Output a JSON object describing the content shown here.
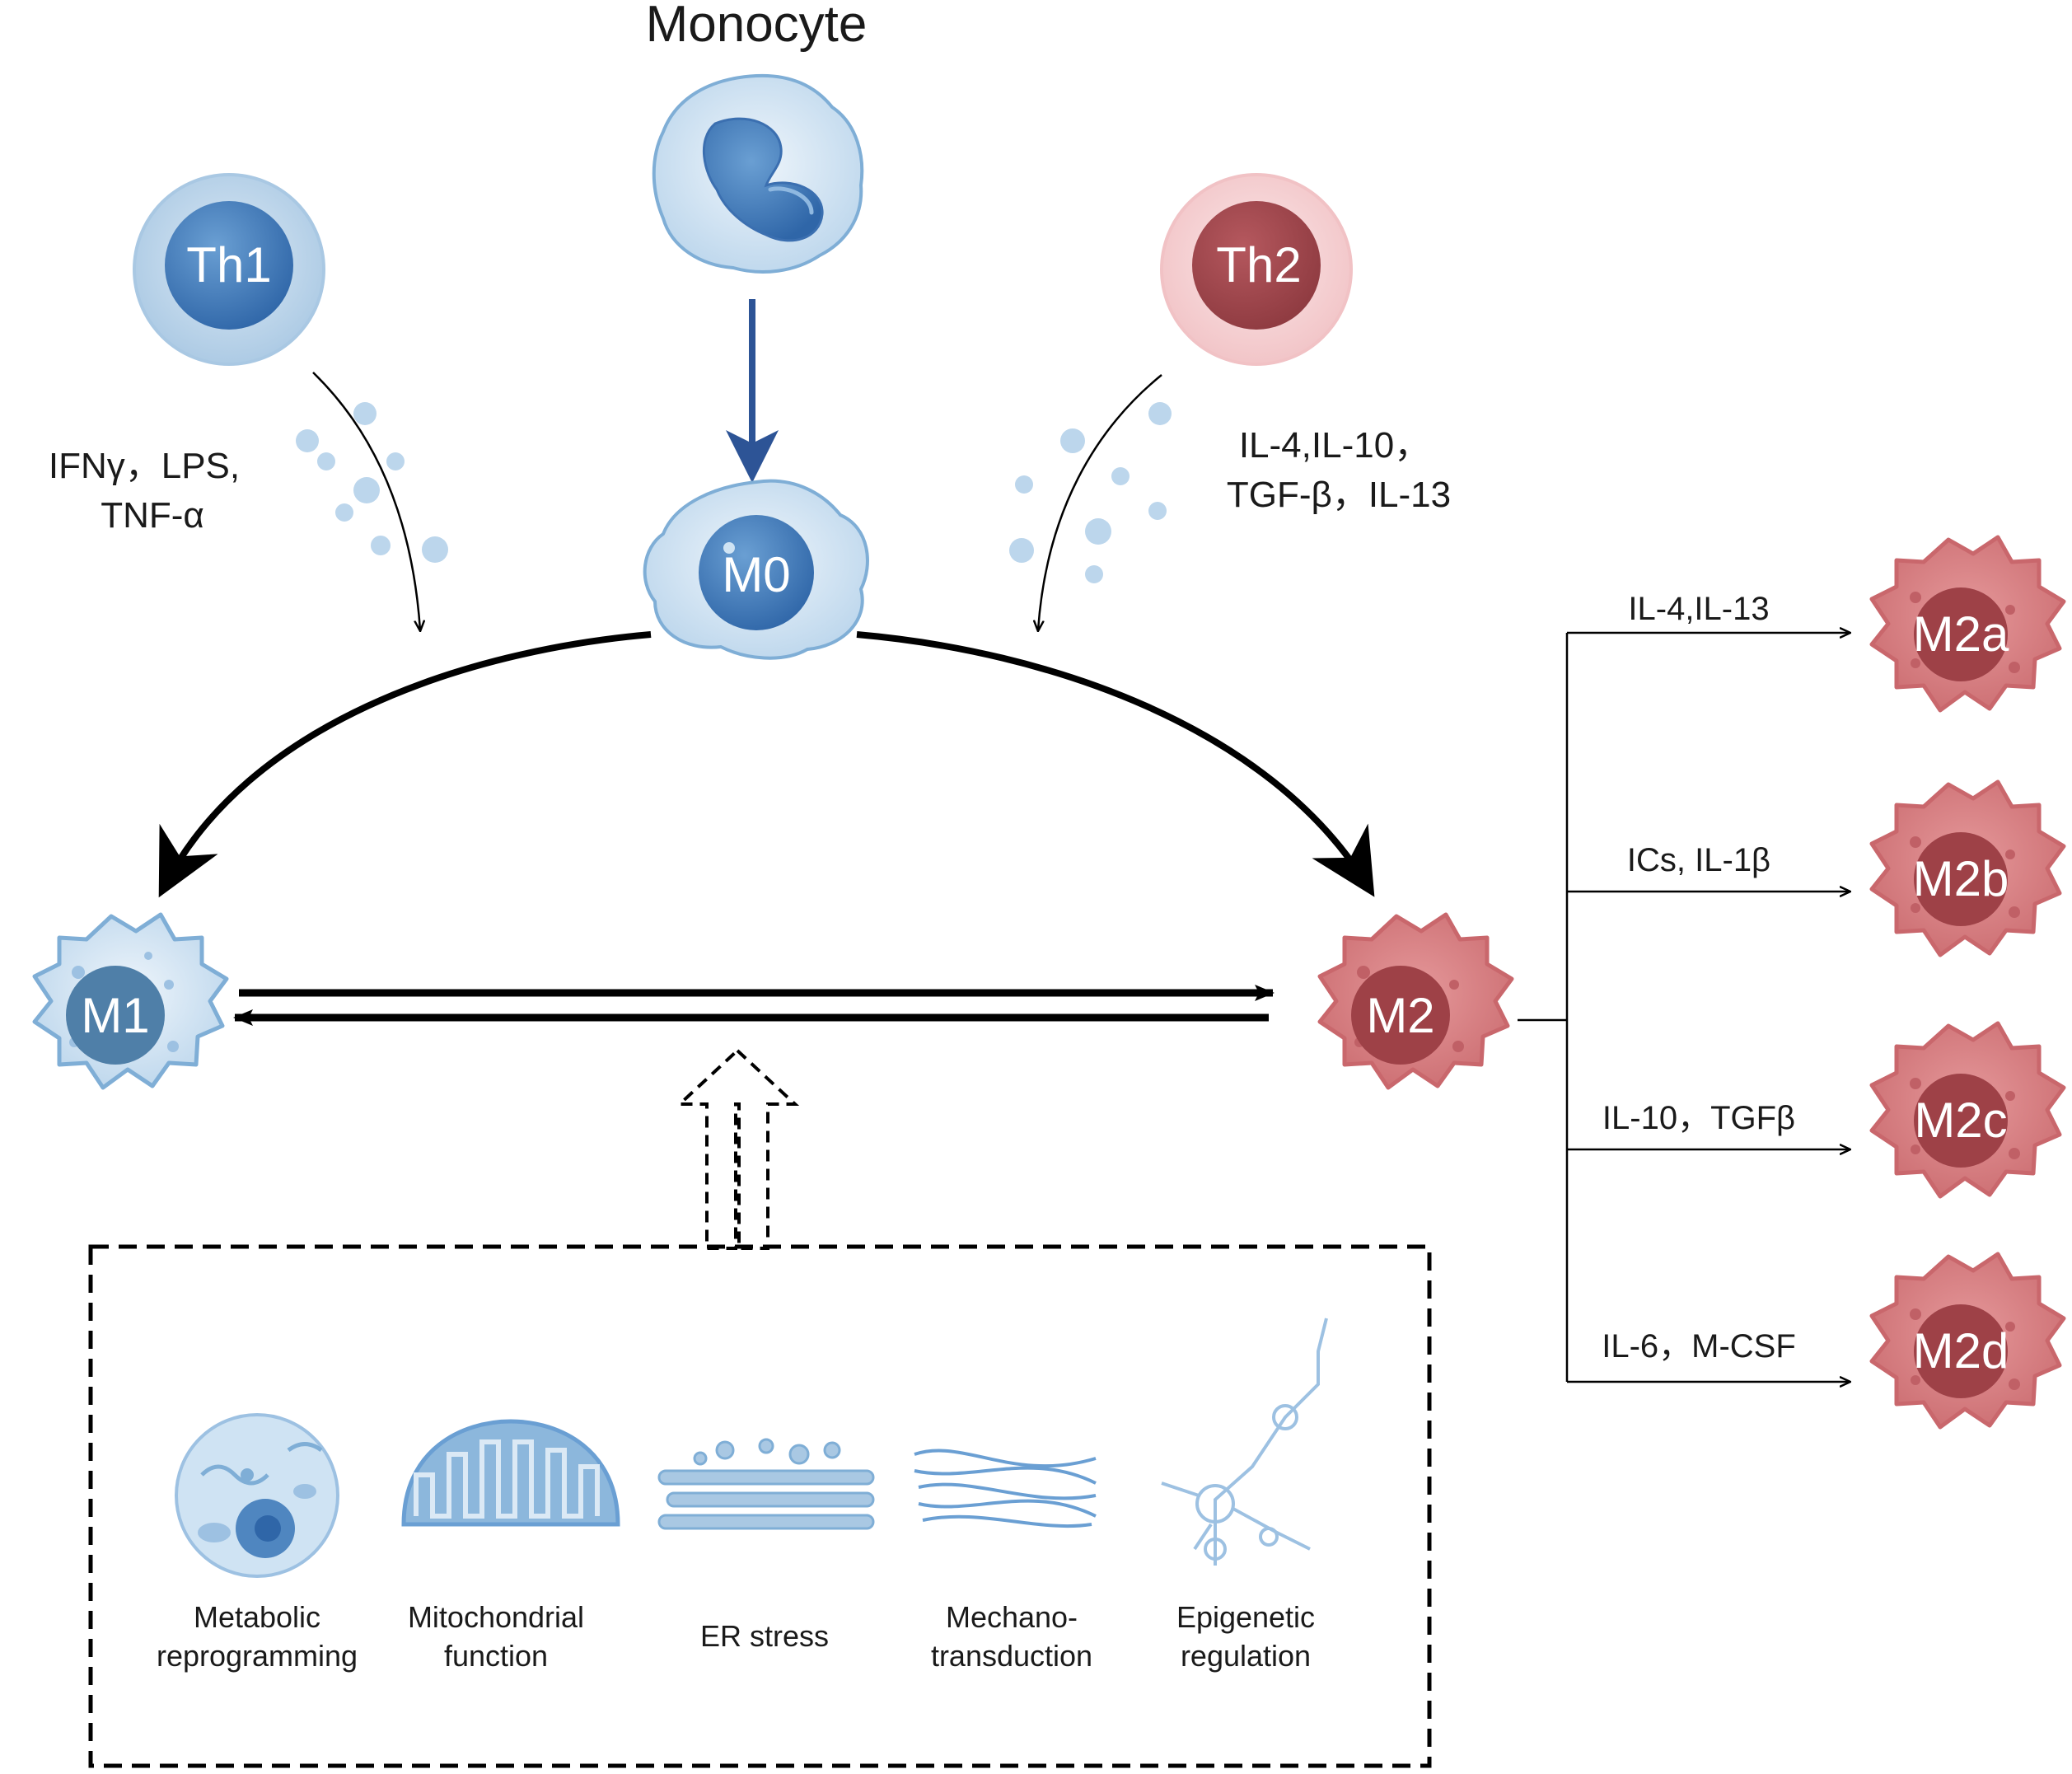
{
  "cells": {
    "monocyte": "Monocyte",
    "th1": "Th1",
    "th2": "Th2",
    "m0": "M0",
    "m1": "M1",
    "m2": "M2",
    "m2a": "M2a",
    "m2b": "M2b",
    "m2c": "M2c",
    "m2d": "M2d"
  },
  "stimuli": {
    "th1_line1": "IFNγ，LPS,",
    "th1_line2": "TNF-α",
    "th2_line1": "IL-4,IL-10，",
    "th2_line2": "TGF-β，IL-13"
  },
  "subtypes": {
    "m2a": "IL-4,IL-13",
    "m2b": "ICs, IL-1β",
    "m2c": "IL-10，TGFβ",
    "m2d": "IL-6，M-CSF"
  },
  "mechanisms": [
    {
      "line1": "Metabolic",
      "line2": "reprogramming",
      "icon": "cell-icon"
    },
    {
      "line1": "Mitochondrial",
      "line2": "function",
      "icon": "mitochondrion-icon"
    },
    {
      "line1": "ER stress",
      "line2": "",
      "icon": "er-icon"
    },
    {
      "line1": "Mechano-",
      "line2": "transduction",
      "icon": "fibers-icon"
    },
    {
      "line1": "Epigenetic",
      "line2": "regulation",
      "icon": "rna-structure-icon"
    }
  ],
  "colors": {
    "blue_light": "#cfe3f3",
    "blue_mid": "#7faed6",
    "blue_dark": "#3b6fb0",
    "red_light": "#f6d4d6",
    "red_mid": "#d97d80",
    "red_dark": "#b04a50",
    "arrow": "#000000",
    "monocyte_arrow": "#2d5496"
  }
}
